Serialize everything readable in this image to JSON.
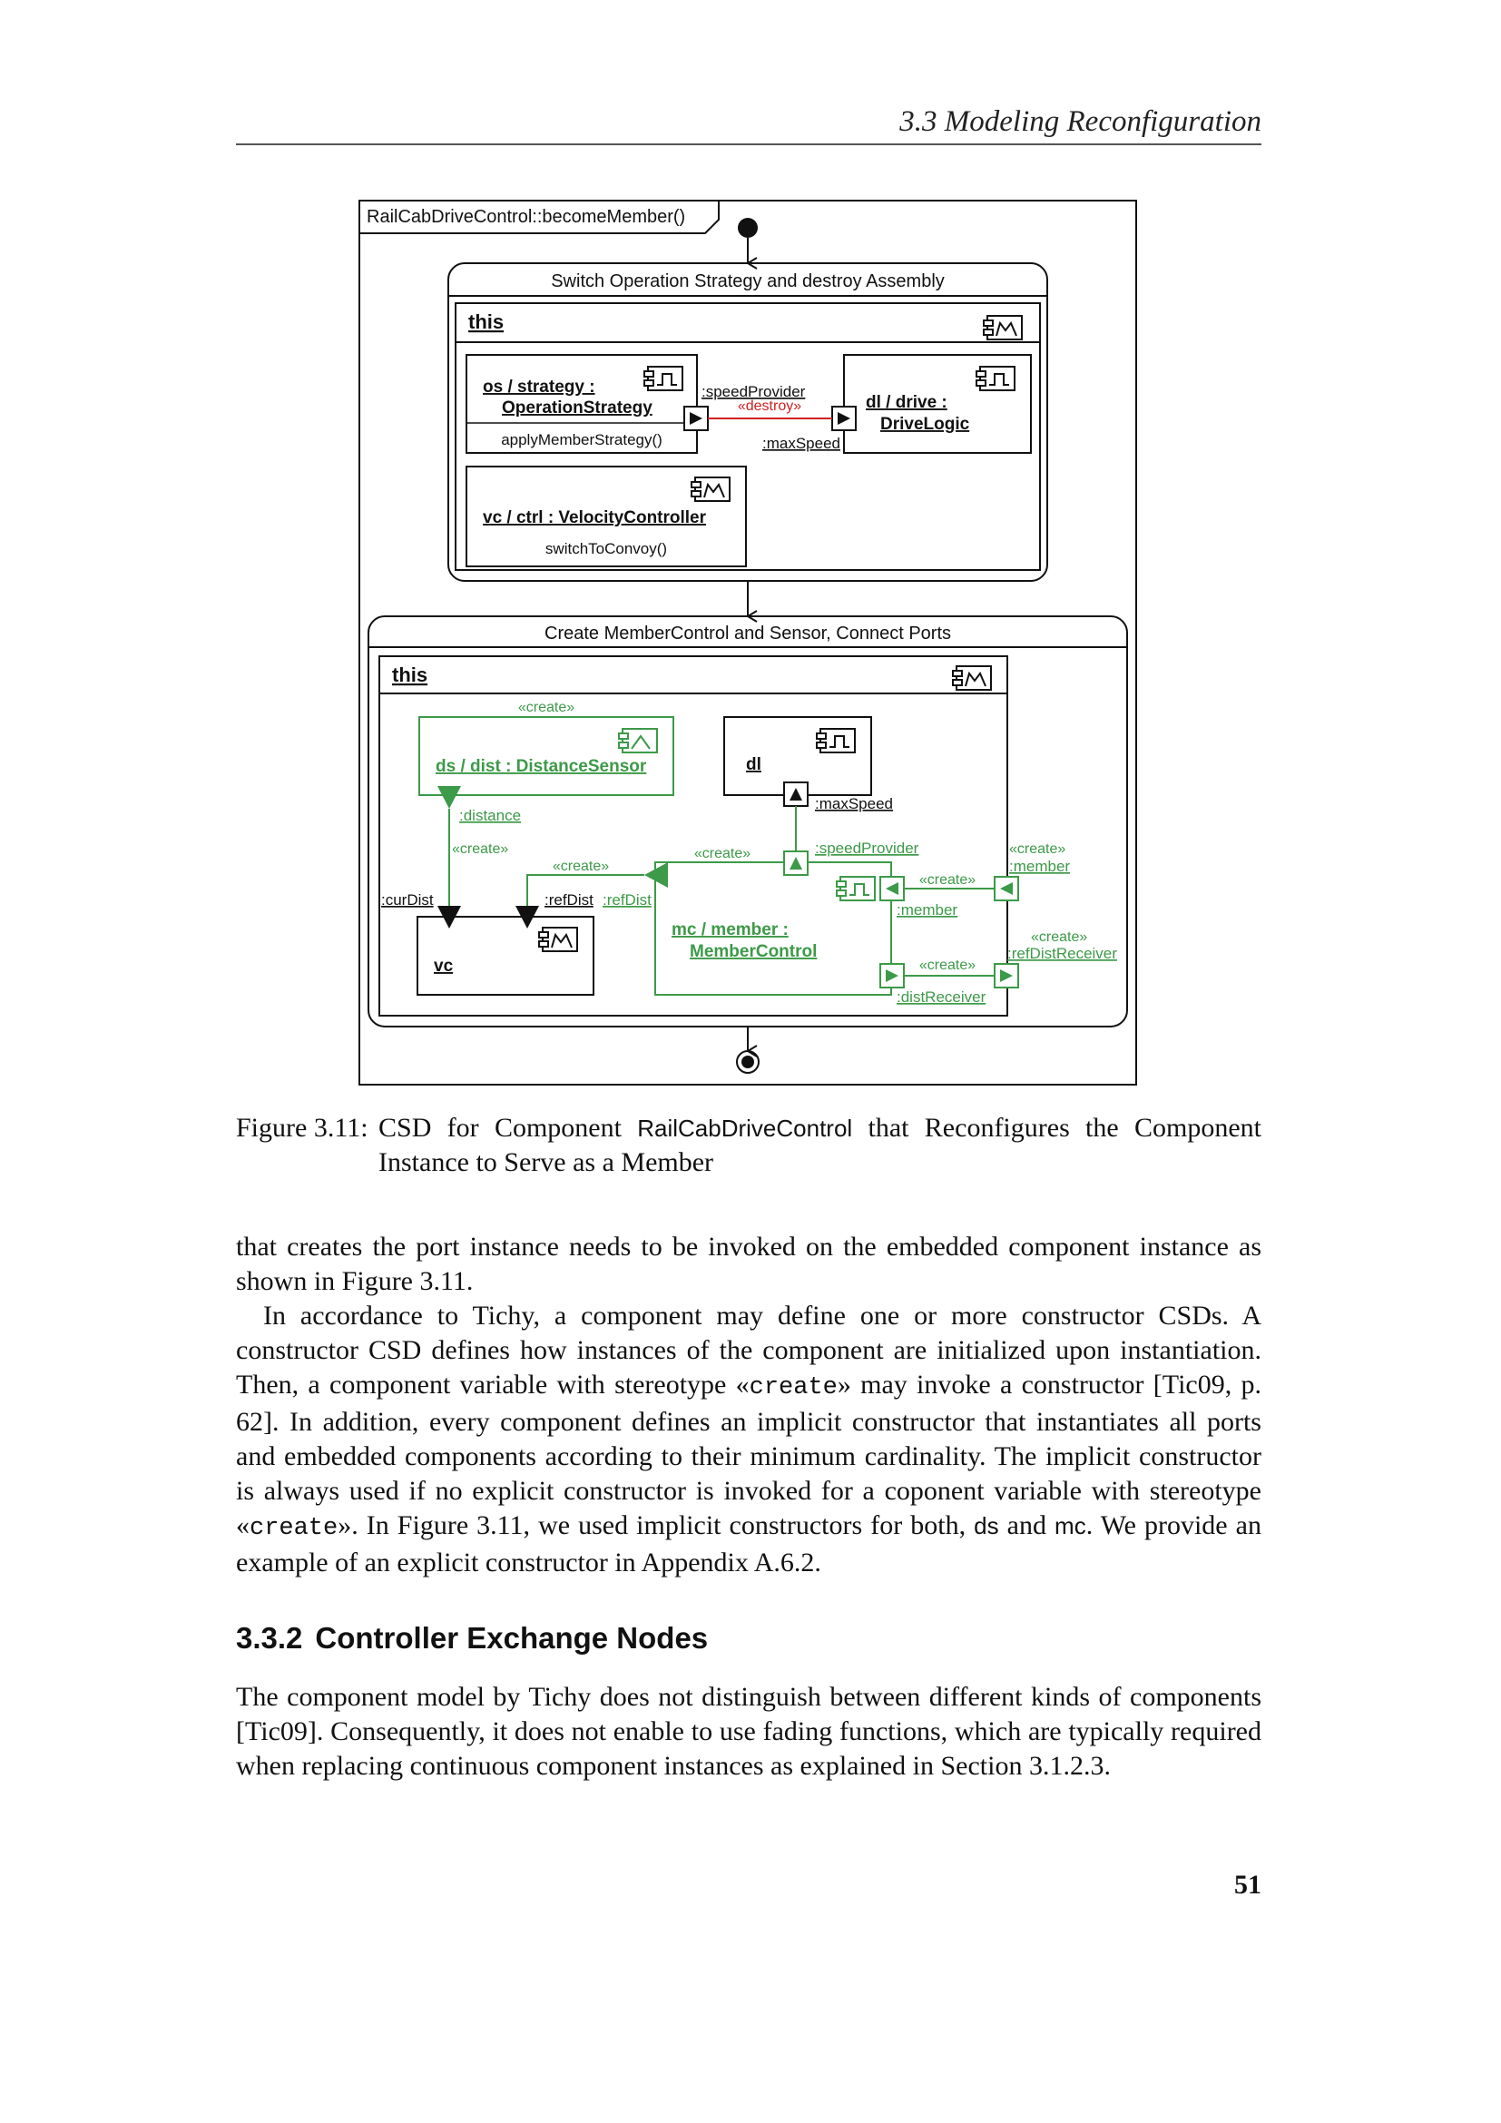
{
  "header": {
    "running_title": "3.3 Modeling Reconfiguration"
  },
  "figure": {
    "frame_title": "RailCabDriveControl::becomeMember()",
    "step1": {
      "title": "Switch Operation Strategy and destroy Assembly",
      "this_label": "this",
      "os": {
        "name": "os / strategy :",
        "type": "OperationStrategy",
        "op": "applyMemberStrategy()"
      },
      "dl": {
        "name": "dl / drive :",
        "type": "DriveLogic"
      },
      "vc": {
        "name": "vc / ctrl : VelocityController",
        "op": "switchToConvoy()"
      },
      "port_speedProvider": ":speedProvider",
      "port_maxSpeed": ":maxSpeed",
      "destroy": "«destroy»"
    },
    "step2": {
      "title": "Create MemberControl and Sensor, Connect Ports",
      "this_label": "this",
      "create_ds": "«create»",
      "ds_name": "ds / dist : DistanceSensor",
      "dl_name": "dl",
      "maxSpeed": ":maxSpeed",
      "distance": ":distance",
      "create_distance": "«create»",
      "create_speed": "«create»",
      "speedProvider": ":speedProvider",
      "create_member_out": "«create»",
      "member_out": ":member",
      "create_refdist": "«create»",
      "curDist": ":curDist",
      "refDist_vc": ":refDist",
      "refDist_mc": ":refDist",
      "create_member_in": "«create»",
      "member_in": ":member",
      "mc_name_1": "mc / member :",
      "mc_name_2": "MemberControl",
      "vc_name": "vc",
      "create_refdistrec": "«create»",
      "refDistReceiver": ":refDistReceiver",
      "create_distrec": "«create»",
      "distReceiver": ":distReceiver"
    }
  },
  "caption": {
    "label": "Figure 3.11:",
    "pre": "CSD for Component ",
    "component": "RailCabDriveControl",
    "post": " that Reconfigures the Component Instance to Serve as a Member"
  },
  "para1": "that creates the port instance needs to be invoked on the embedded component instance as shown in Figure 3.11.",
  "para2": {
    "t1": "In accordance to Tichy, a component may define one or more constructor CSDs. A constructor CSD defines how instances of the component are initialized upon instantiation. Then, a component variable with stereotype «",
    "code1": "create",
    "t2": "» may invoke a constructor [Tic09, p. 62]. In addition, every component defines an implicit constructor that instantiates all ports and embedded components according to their minimum cardinality. The implicit constructor is always used if no explicit constructor is invoked for a coponent variable with stereotype «",
    "code2": "create",
    "t3": "». In Figure 3.11, we used implicit constructors for both, ",
    "ds": "ds",
    "t4": " and ",
    "mc": "mc",
    "t5": ". We provide an example of an explicit constructor in Appendix A.6.2."
  },
  "section": {
    "number": "3.3.2",
    "title": "Controller Exchange Nodes"
  },
  "para3": "The component model by Tichy does not distinguish between different kinds of components [Tic09]. Consequently, it does not enable to use fading functions, which are typically required when replacing continuous component instances as explained in Section 3.1.2.3.",
  "page_number": "51",
  "colors": {
    "green": "#3c9a48",
    "red": "#d02020",
    "black": "#111111"
  }
}
